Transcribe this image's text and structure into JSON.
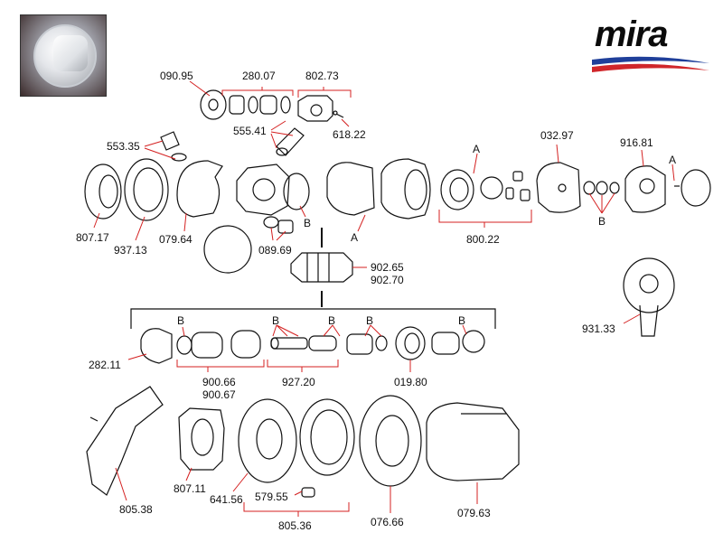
{
  "brand": {
    "name": "mira",
    "swoosh_colors": [
      "#1f3f9a",
      "#d0262a"
    ]
  },
  "thumbnail": {
    "icon": "shower-control-photo"
  },
  "labels": {
    "l_090_95": "090.95",
    "l_280_07": "280.07",
    "l_802_73": "802.73",
    "l_555_41": "555.41",
    "l_618_22": "618.22",
    "l_553_35": "553.35",
    "l_032_97": "032.97",
    "l_916_81": "916.81",
    "l_807_17": "807.17",
    "l_937_13": "937.13",
    "l_079_64": "079.64",
    "l_089_69": "089.69",
    "l_800_22": "800.22",
    "l_902_65": "902.65",
    "l_902_70": "902.70",
    "l_931_33": "931.33",
    "l_282_11": "282.11",
    "l_900_66": "900.66",
    "l_900_67": "900.67",
    "l_927_20": "927.20",
    "l_019_80": "019.80",
    "l_805_38": "805.38",
    "l_807_11": "807.11",
    "l_641_56": "641.56",
    "l_579_55": "579.55",
    "l_805_36": "805.36",
    "l_076_66": "076.66",
    "l_079_63": "079.63"
  },
  "letters": {
    "a": "A",
    "b": "B"
  },
  "colors": {
    "leader": "#d42020",
    "outline": "#111111"
  }
}
